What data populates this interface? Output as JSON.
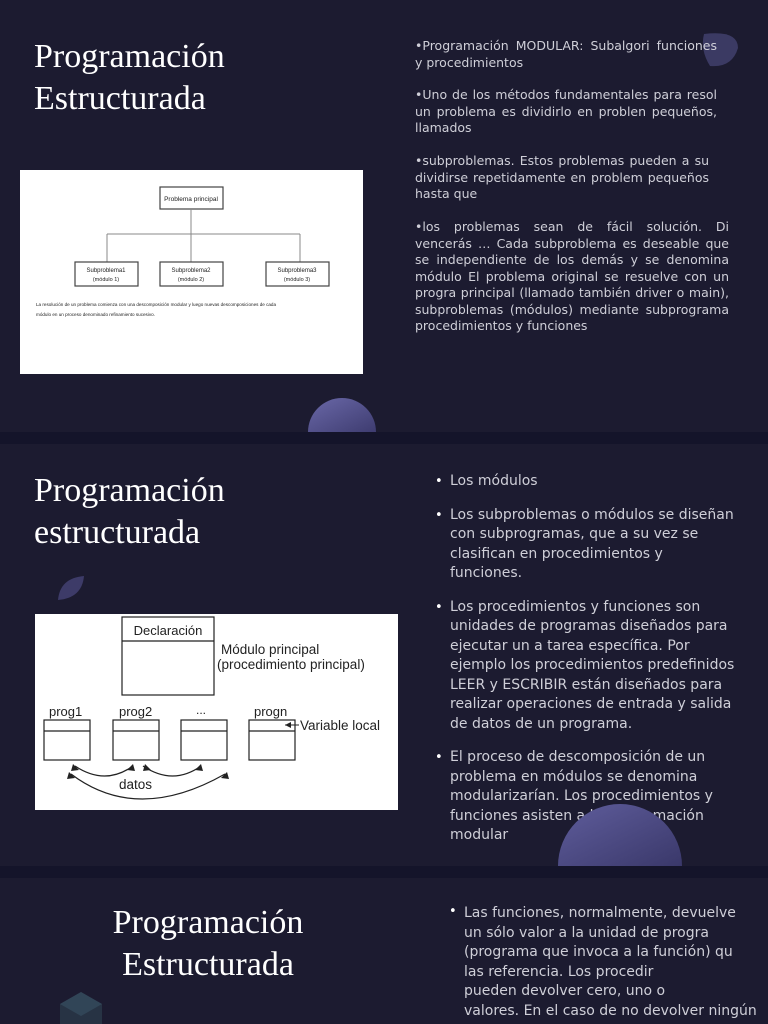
{
  "slide1": {
    "title_line1": "Programación",
    "title_line2": "Estructurada",
    "paragraphs": [
      "•Programación MODULAR: Subalgori funciones y procedimientos",
      "•Uno de los métodos fundamentales para resol un problema es dividirlo en problen pequeños, llamados",
      "•subproblemas. Estos problemas pueden a su dividirse repetidamente en problem pequeños hasta que",
      "•los problemas sean de fácil solución. Di vencerás … Cada subproblema es deseable que se independiente de los demás y se denomina módulo El problema original se resuelve con un progra principal (llamado también driver o main), subproblemas (módulos) mediante subprograma procedimientos y funciones"
    ],
    "diagram": {
      "root": "Problema principal",
      "children": [
        {
          "name": "Subproblema1",
          "sub": "(módulo 1)"
        },
        {
          "name": "Subproblema2",
          "sub": "(módulo 2)"
        },
        {
          "name": "Subproblema3",
          "sub": "(módulo 3)"
        }
      ],
      "caption_line1": "La resolución de un problema comienza con una descomposición modular y luego nuevas descomposiciones de cada",
      "caption_line2": "módulo en un proceso denominado refinamiento sucesivo."
    }
  },
  "slide2": {
    "title_line1": "Programación",
    "title_line2": "estructurada",
    "bullets": [
      "Los módulos",
      "Los subproblemas o módulos se diseñan con subprogramas, que a su vez se clasifican en procedimientos y funciones.",
      "Los procedimientos y funciones son unidades de programas diseñados para ejecutar un a tarea específica. Por ejemplo los procedimientos predefinidos LEER y ESCRIBIR están diseñados para realizar operaciones de entrada y salida de datos de un programa.",
      "El proceso de descomposición de un problema en módulos se denomina modularizarían. Los procedimientos y funciones asisten a la programación modular"
    ],
    "diagram": {
      "declaracion": "Declaración",
      "main_label_line1": "Módulo principal",
      "main_label_line2": "(procedimiento principal)",
      "modules": [
        "prog1",
        "prog2",
        "...",
        "progn"
      ],
      "variable_local": "Variable local",
      "datos": "datos"
    }
  },
  "slide3": {
    "title_line1": "Programación",
    "title_line2": "Estructurada",
    "bullet_lines": [
      "Las funciones, normalmente, devuelve",
      "un sólo valor a la unidad de progra",
      "(programa que invoca  a la función) qu",
      "las   referencia.   Los   procedir",
      "pueden  devolver  cero,  uno  o",
      "valores. En el caso de no devolver ningún"
    ]
  },
  "colors": {
    "background": "#1c1b30",
    "accent_purple": "#5a5890",
    "text": "#cfcfd8"
  }
}
